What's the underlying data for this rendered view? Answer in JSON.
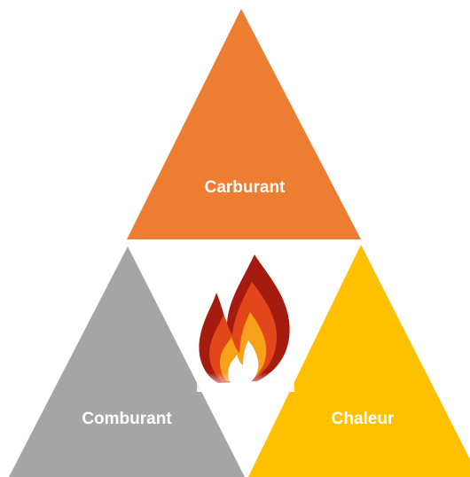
{
  "diagram": {
    "segments": [
      {
        "id": "top",
        "label": "Carburant",
        "color": "#ED7D31"
      },
      {
        "id": "left",
        "label": "Comburant",
        "color": "#A5A5A5"
      },
      {
        "id": "right",
        "label": "Chaleur",
        "color": "#FFC000"
      }
    ],
    "center_icon": "flame-icon",
    "flame_colors": {
      "outer": "#A61B0F",
      "middle": "#E2461A",
      "inner": "#F7A11A",
      "core": "#FFFFFF"
    }
  }
}
